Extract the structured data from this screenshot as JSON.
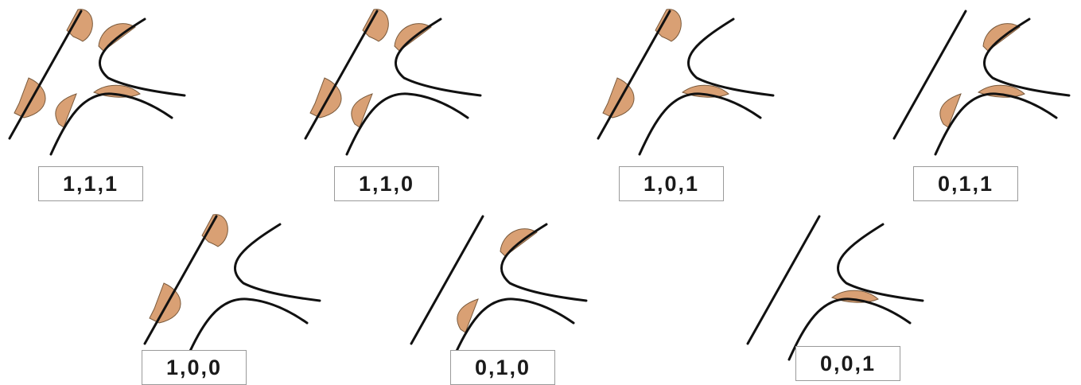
{
  "colors": {
    "line": "#111111",
    "cap_fill": "#d9a074",
    "cap_stroke": "#7a5a3c"
  },
  "panels": [
    {
      "label": "1,1,1",
      "caps": [
        1,
        1,
        1
      ]
    },
    {
      "label": "1,1,0",
      "caps": [
        1,
        1,
        0
      ]
    },
    {
      "label": "1,0,1",
      "caps": [
        1,
        0,
        1
      ]
    },
    {
      "label": "0,1,1",
      "caps": [
        0,
        1,
        1
      ]
    },
    {
      "label": "1,0,0",
      "caps": [
        1,
        0,
        0
      ]
    },
    {
      "label": "0,1,0",
      "caps": [
        0,
        1,
        0
      ]
    },
    {
      "label": "0,0,1",
      "caps": [
        0,
        0,
        1
      ]
    }
  ]
}
